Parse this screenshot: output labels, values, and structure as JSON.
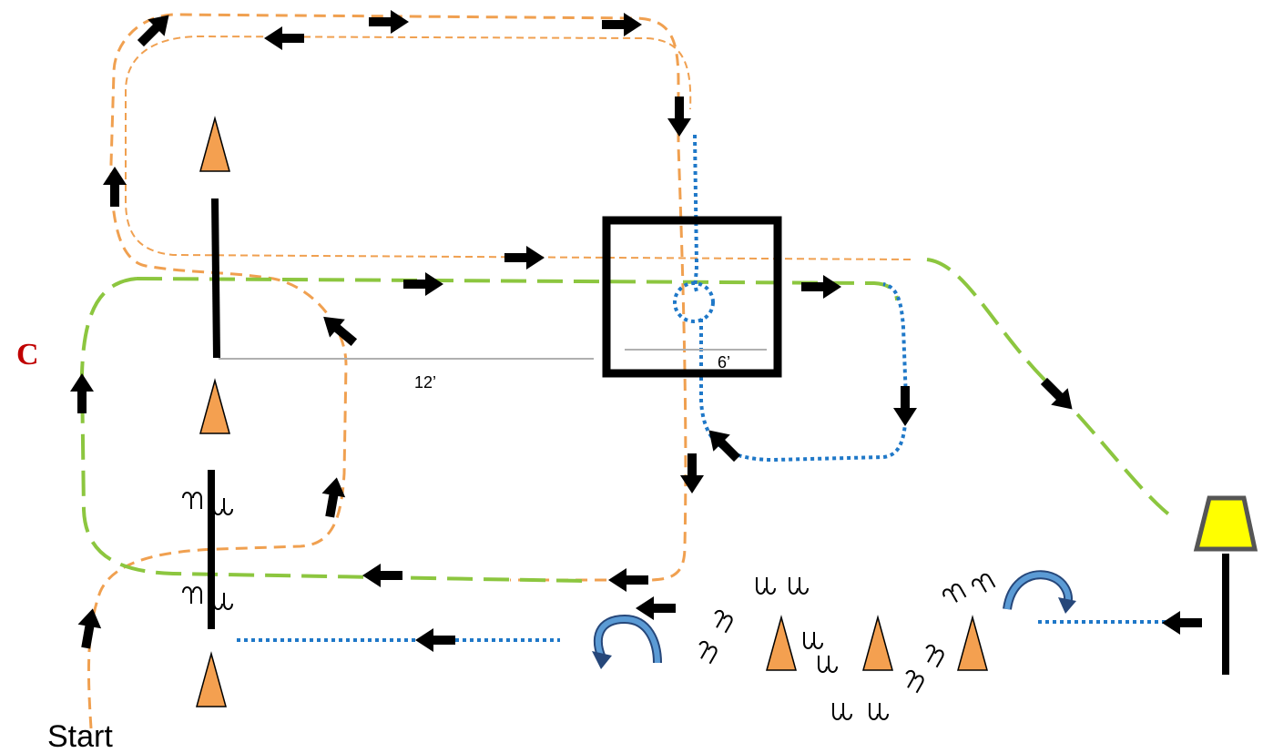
{
  "labels": {
    "start": "Start",
    "marker": "C",
    "dist_12": "12’",
    "dist_6": "6’"
  },
  "colors": {
    "orange_path": "#f0a050",
    "green_path": "#8cc63f",
    "blue_path": "#1f78c8",
    "cone": "#f4a050",
    "lamp_shade": "#ffff00",
    "marker_c": "#c00000"
  },
  "icons": [
    "arrow-icon",
    "cone-icon",
    "footprint-icon",
    "turn-around-icon",
    "lamp-icon"
  ]
}
